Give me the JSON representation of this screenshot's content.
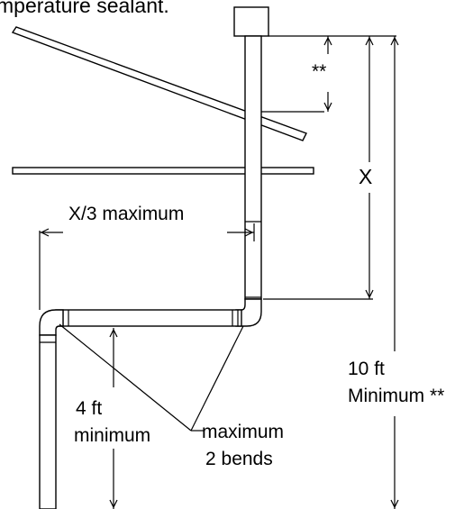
{
  "header_text": "mperature sealant.",
  "labels": {
    "double_star": "**",
    "x": "X",
    "x_third_max": "X/3 maximum",
    "ten_ft": "10 ft",
    "minimum_star": "Minimum **",
    "four_ft": "4 ft",
    "minimum": "minimum",
    "maximum": "maximum",
    "two_bends": "2 bends"
  }
}
